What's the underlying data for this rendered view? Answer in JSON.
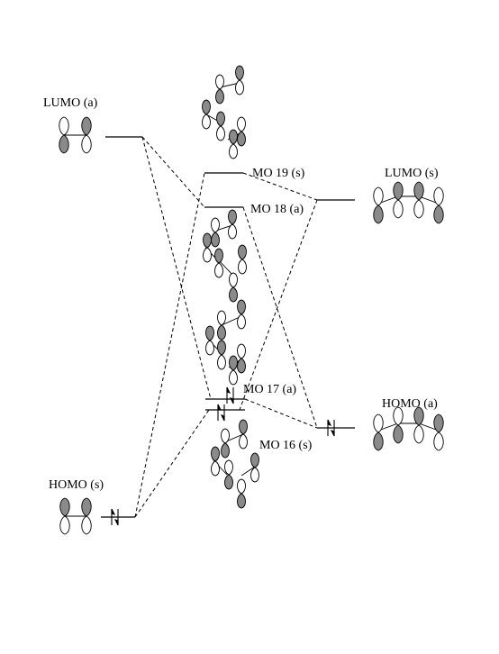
{
  "labels": {
    "lumo_a": "LUMO (a)",
    "homo_s": "HOMO (s)",
    "mo19": "MO 19 (s)",
    "mo18": "MO 18 (a)",
    "mo17": "MO 17 (a)",
    "mo16": "MO 16 (s)",
    "lumo_s": "LUMO (s)",
    "homo_a": "HOMO (a)"
  },
  "colors": {
    "line": "#000000",
    "lobe_shaded": "#8a8a8a",
    "lobe_open": "#ffffff",
    "background": "#ffffff"
  },
  "occupancy": {
    "homo_s": "paired",
    "mo17": "paired",
    "mo16": "paired",
    "homo_a": "paired"
  }
}
